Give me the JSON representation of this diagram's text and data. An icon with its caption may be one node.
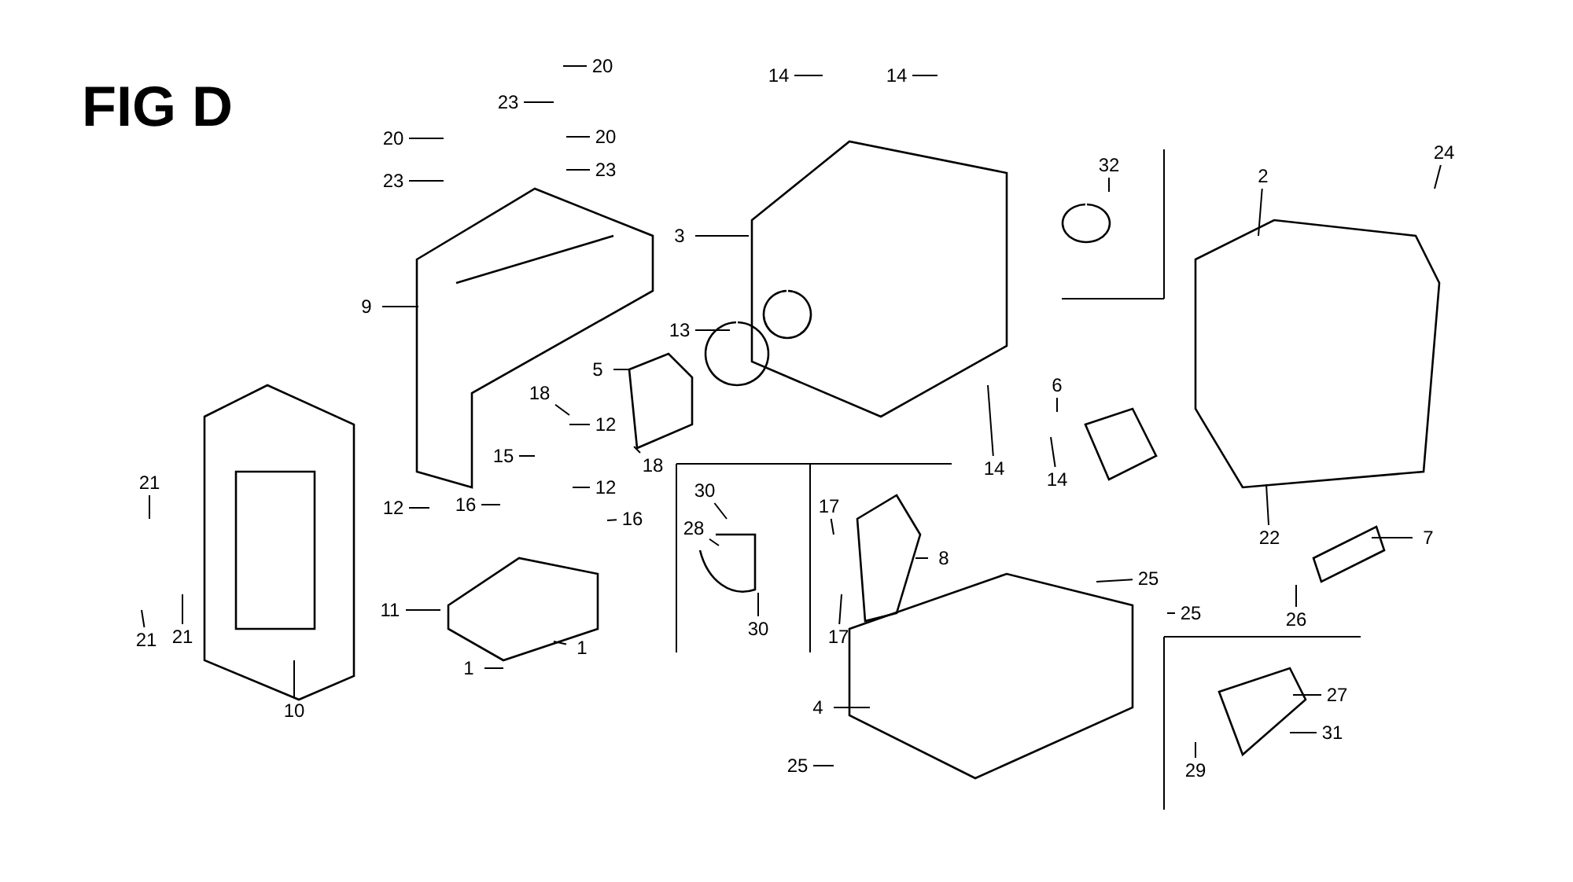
{
  "diagram": {
    "title": "FIG D",
    "nodes": [
      {
        "text": [
          "20"
        ]
      },
      {
        "text": [
          "23"
        ]
      },
      {
        "text": [
          "20"
        ]
      },
      {
        "text": [
          "20"
        ]
      },
      {
        "text": [
          "23"
        ]
      },
      {
        "text": [
          "23"
        ]
      },
      {
        "text": [
          "14"
        ]
      },
      {
        "text": [
          "14"
        ]
      },
      {
        "text": [
          "3"
        ]
      },
      {
        "text": [
          "32"
        ]
      },
      {
        "text": [
          "2"
        ]
      },
      {
        "text": [
          "24"
        ]
      },
      {
        "text": [
          "9"
        ]
      },
      {
        "text": [
          "13"
        ]
      },
      {
        "text": [
          "5"
        ]
      },
      {
        "text": [
          "18"
        ]
      },
      {
        "text": [
          "12"
        ]
      },
      {
        "text": [
          "6"
        ]
      },
      {
        "text": [
          "14"
        ]
      },
      {
        "text": [
          "14"
        ]
      },
      {
        "text": [
          "18"
        ]
      },
      {
        "text": [
          "15"
        ]
      },
      {
        "text": [
          "12"
        ]
      },
      {
        "text": [
          "16"
        ]
      },
      {
        "text": [
          "12"
        ]
      },
      {
        "text": [
          "16"
        ]
      },
      {
        "text": [
          "21"
        ]
      },
      {
        "text": [
          "21"
        ]
      },
      {
        "text": [
          "21"
        ]
      },
      {
        "text": [
          "10"
        ]
      },
      {
        "text": [
          "11"
        ]
      },
      {
        "text": [
          "1"
        ]
      },
      {
        "text": [
          "1"
        ]
      },
      {
        "text": [
          "30"
        ]
      },
      {
        "text": [
          "28"
        ]
      },
      {
        "text": [
          "30"
        ]
      },
      {
        "text": [
          "17"
        ]
      },
      {
        "text": [
          "17"
        ]
      },
      {
        "text": [
          "8"
        ]
      },
      {
        "text": [
          "25"
        ]
      },
      {
        "text": [
          "25"
        ]
      },
      {
        "text": [
          "4"
        ]
      },
      {
        "text": [
          "25"
        ]
      },
      {
        "text": [
          "22"
        ]
      },
      {
        "text": [
          "7"
        ]
      },
      {
        "text": [
          "26"
        ]
      },
      {
        "text": [
          "27"
        ]
      },
      {
        "text": [
          "31"
        ]
      },
      {
        "text": [
          "29"
        ]
      }
    ],
    "edges": [
      {
        "from": 0,
        "to": null,
        "arrow": "none"
      },
      {
        "from": 1,
        "to": null,
        "arrow": "none"
      },
      {
        "from": 2,
        "to": null,
        "arrow": "none"
      },
      {
        "from": 3,
        "to": null,
        "arrow": "none"
      },
      {
        "from": 4,
        "to": null,
        "arrow": "none"
      },
      {
        "from": 5,
        "to": null,
        "arrow": "none"
      },
      {
        "from": 6,
        "to": null,
        "arrow": "none"
      },
      {
        "from": 7,
        "to": null,
        "arrow": "none"
      },
      {
        "from": 8,
        "to": null,
        "arrow": "none"
      },
      {
        "from": 9,
        "to": null,
        "arrow": "none"
      },
      {
        "from": 10,
        "to": null,
        "arrow": "none"
      },
      {
        "from": 11,
        "to": null,
        "arrow": "none"
      },
      {
        "from": 12,
        "to": null,
        "arrow": "none"
      },
      {
        "from": 13,
        "to": null,
        "arrow": "none"
      },
      {
        "from": 14,
        "to": null,
        "arrow": "none"
      },
      {
        "from": 15,
        "to": null,
        "arrow": "none"
      },
      {
        "from": 16,
        "to": null,
        "arrow": "none"
      },
      {
        "from": 17,
        "to": null,
        "arrow": "none"
      },
      {
        "from": 18,
        "to": null,
        "arrow": "none"
      },
      {
        "from": 19,
        "to": null,
        "arrow": "none"
      },
      {
        "from": 20,
        "to": null,
        "arrow": "none"
      },
      {
        "from": 21,
        "to": null,
        "arrow": "none"
      },
      {
        "from": 22,
        "to": null,
        "arrow": "none"
      },
      {
        "from": 23,
        "to": null,
        "arrow": "none"
      },
      {
        "from": 24,
        "to": null,
        "arrow": "none"
      },
      {
        "from": 25,
        "to": null,
        "arrow": "none"
      },
      {
        "from": 26,
        "to": null,
        "arrow": "none"
      },
      {
        "from": 27,
        "to": null,
        "arrow": "none"
      },
      {
        "from": 28,
        "to": null,
        "arrow": "none"
      },
      {
        "from": 29,
        "to": null,
        "arrow": "none"
      },
      {
        "from": 30,
        "to": null,
        "arrow": "none"
      },
      {
        "from": 31,
        "to": null,
        "arrow": "none"
      },
      {
        "from": 32,
        "to": null,
        "arrow": "none"
      },
      {
        "from": 33,
        "to": null,
        "arrow": "none"
      },
      {
        "from": 34,
        "to": null,
        "arrow": "none"
      },
      {
        "from": 35,
        "to": null,
        "arrow": "none"
      },
      {
        "from": 36,
        "to": null,
        "arrow": "none"
      },
      {
        "from": 37,
        "to": null,
        "arrow": "none"
      },
      {
        "from": 38,
        "to": null,
        "arrow": "none"
      },
      {
        "from": 39,
        "to": null,
        "arrow": "none"
      },
      {
        "from": 40,
        "to": null,
        "arrow": "none"
      },
      {
        "from": 41,
        "to": null,
        "arrow": "none"
      },
      {
        "from": 42,
        "to": null,
        "arrow": "none"
      },
      {
        "from": 43,
        "to": null,
        "arrow": "none"
      },
      {
        "from": 44,
        "to": null,
        "arrow": "none"
      },
      {
        "from": 45,
        "to": null,
        "arrow": "none"
      },
      {
        "from": 46,
        "to": null,
        "arrow": "none"
      },
      {
        "from": 47,
        "to": null,
        "arrow": "none"
      },
      {
        "from": 48,
        "to": null,
        "arrow": "none"
      }
    ]
  }
}
